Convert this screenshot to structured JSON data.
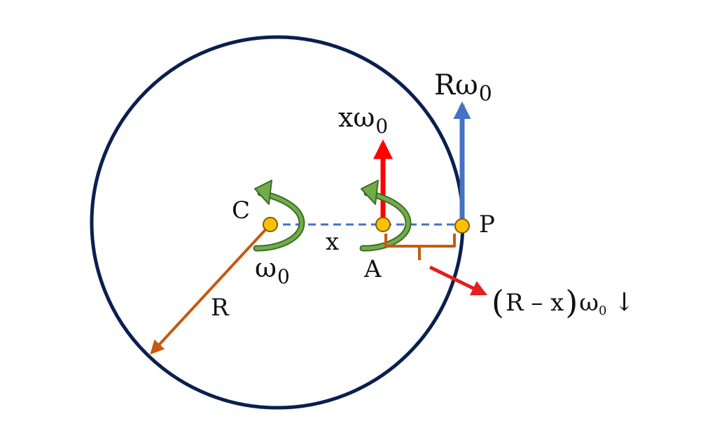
{
  "labels": {
    "center": "C",
    "point_a": "A",
    "point_p": "P",
    "distance_x": "x",
    "radius": "R"
  },
  "omega_center": {
    "main": "ω",
    "sub": "0"
  },
  "velocity_a": {
    "main": "xω",
    "sub": "0"
  },
  "velocity_p": {
    "main": "Rω",
    "sub": "0"
  },
  "relative_velocity": {
    "open_paren": "(",
    "inside": "R – x",
    "close_paren": ")",
    "omega": "ω",
    "sub": "0",
    "direction": "↓"
  },
  "colors": {
    "circle": "#0b1f4f",
    "radius_arrow": "#c55a11",
    "brace": "#c55a11",
    "dashed_line": "#4472c4",
    "velocity_p_arrow": "#4472c4",
    "velocity_a_arrow": "#ff0000",
    "pointer_arrow": "#e61e1e",
    "rotation_arrows": "#548235",
    "point_fill": "#ffc000",
    "point_stroke": "#7f6000"
  }
}
